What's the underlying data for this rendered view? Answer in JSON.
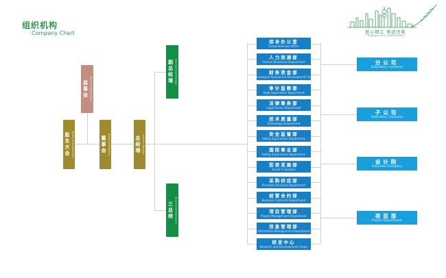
{
  "header": {
    "title_cn": "组织机构",
    "title_en": "Company Chart"
  },
  "logo": {
    "skyline_icon": "city-skyline-with-quill",
    "tagline_cn": "匠心精工 制造完美",
    "tagline_en": "Originality Inch Career Perfect"
  },
  "governance": {
    "supervisors": {
      "cn": "监事会",
      "en": "Board of Supervisors"
    },
    "shareholders": {
      "cn": "股东大会",
      "en": "Board of Shareholders"
    },
    "directors": {
      "cn": "董事会",
      "en": "Board of Directors"
    },
    "general_manager": {
      "cn": "总经理",
      "en": "General Manager"
    },
    "vice_general_manager": {
      "cn": "副总经理",
      "en": "Vice General Manager"
    },
    "three_chiefs": {
      "cn": "三总师",
      "en": "Board of Shareholders"
    }
  },
  "departments": [
    {
      "cn": "综合办公室",
      "en": "Comprehensive Office"
    },
    {
      "cn": "人力资源部",
      "en": "Human Resources Department"
    },
    {
      "cn": "财务资金部",
      "en": "Technological Research & Development Center"
    },
    {
      "cn": "审计监察部",
      "en": "Audit Supervision Department"
    },
    {
      "cn": "法律事务部",
      "en": "Legal Purser Department"
    },
    {
      "cn": "技术质量部",
      "en": "Technology Department"
    },
    {
      "cn": "安全监督部",
      "en": "Safety Supervision Department"
    },
    {
      "cn": "国际事业部",
      "en": "Safety Supervision Department"
    },
    {
      "cn": "投资发展部",
      "en": "Invest in Equities"
    },
    {
      "cn": "采购供应部",
      "en": "Purchase Purchase Department"
    },
    {
      "cn": "经营合约部",
      "en": "Business Contracts Department"
    },
    {
      "cn": "项目管理部",
      "en": "Project Management Department"
    },
    {
      "cn": "信息管理部",
      "en": "Information Management Department"
    },
    {
      "cn": "研发中心",
      "en": "Research and Development Center"
    }
  ],
  "branches": [
    {
      "cn": "分公司",
      "en": "Subsidiary Company"
    },
    {
      "cn": "子公司",
      "en": "Subsidiary Company"
    },
    {
      "cn": "设计院",
      "en": "Overseas Company"
    },
    {
      "cn": "项目部",
      "en": "Project Department"
    }
  ],
  "colors": {
    "accent_green": "#2f9a4d",
    "olive": "#9e8b2d",
    "pink": "#c28e80",
    "dark_green": "#128f42",
    "blue": "#187fc4",
    "light_blue": "#1a9fdd",
    "connector": "#d0d0d0"
  }
}
